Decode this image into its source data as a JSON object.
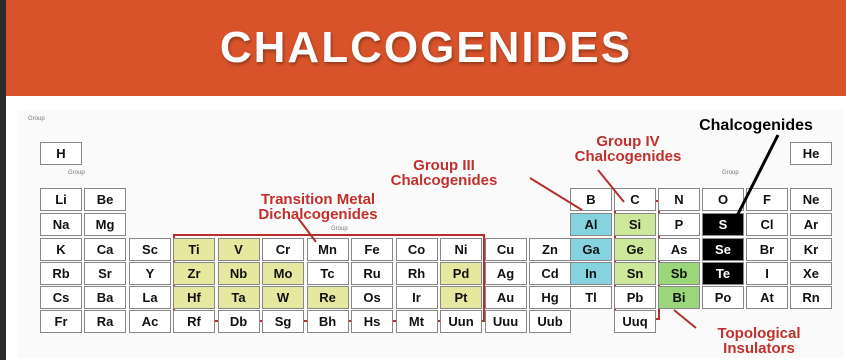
{
  "title": "CHALCOGENIDES",
  "labels": {
    "tmd_line1": "Transition Metal",
    "tmd_line2": "Dichalcogenides",
    "g3_line1": "Group III",
    "g3_line2": "Chalcogenides",
    "g4_line1": "Group IV",
    "g4_line2": "Chalcogenides",
    "chalcogenides": "Chalcogenides",
    "topo_line1": "Topological",
    "topo_line2": "Insulators"
  },
  "small_text": {
    "group": "Group",
    "group_mid": "Group",
    "group_right": "Group"
  },
  "colors": {
    "banner": "#d9532a",
    "tmd": "#e6e8a0",
    "group3": "#86d3e0",
    "group4": "#cde79b",
    "chalcogen": "#000000",
    "topological": "#9bd67a",
    "outline": "#b5302c"
  },
  "elements": [
    {
      "s": "H",
      "r": 1,
      "c": 1,
      "t": ""
    },
    {
      "s": "He",
      "r": 1,
      "c": 18,
      "t": ""
    },
    {
      "s": "Li",
      "r": 2,
      "c": 1,
      "t": ""
    },
    {
      "s": "Be",
      "r": 2,
      "c": 2,
      "t": ""
    },
    {
      "s": "B",
      "r": 2,
      "c": 13,
      "t": ""
    },
    {
      "s": "C",
      "r": 2,
      "c": 14,
      "t": ""
    },
    {
      "s": "N",
      "r": 2,
      "c": 15,
      "t": ""
    },
    {
      "s": "O",
      "r": 2,
      "c": 16,
      "t": ""
    },
    {
      "s": "F",
      "r": 2,
      "c": 17,
      "t": ""
    },
    {
      "s": "Ne",
      "r": 2,
      "c": 18,
      "t": ""
    },
    {
      "s": "Na",
      "r": 3,
      "c": 1,
      "t": ""
    },
    {
      "s": "Mg",
      "r": 3,
      "c": 2,
      "t": ""
    },
    {
      "s": "Al",
      "r": 3,
      "c": 13,
      "t": "g3"
    },
    {
      "s": "Si",
      "r": 3,
      "c": 14,
      "t": "g4"
    },
    {
      "s": "P",
      "r": 3,
      "c": 15,
      "t": ""
    },
    {
      "s": "S",
      "r": 3,
      "c": 16,
      "t": "chalc"
    },
    {
      "s": "Cl",
      "r": 3,
      "c": 17,
      "t": ""
    },
    {
      "s": "Ar",
      "r": 3,
      "c": 18,
      "t": ""
    },
    {
      "s": "K",
      "r": 4,
      "c": 1,
      "t": ""
    },
    {
      "s": "Ca",
      "r": 4,
      "c": 2,
      "t": ""
    },
    {
      "s": "Sc",
      "r": 4,
      "c": 3,
      "t": ""
    },
    {
      "s": "Ti",
      "r": 4,
      "c": 4,
      "t": "tmd"
    },
    {
      "s": "V",
      "r": 4,
      "c": 5,
      "t": "tmd"
    },
    {
      "s": "Cr",
      "r": 4,
      "c": 6,
      "t": ""
    },
    {
      "s": "Mn",
      "r": 4,
      "c": 7,
      "t": ""
    },
    {
      "s": "Fe",
      "r": 4,
      "c": 8,
      "t": ""
    },
    {
      "s": "Co",
      "r": 4,
      "c": 9,
      "t": ""
    },
    {
      "s": "Ni",
      "r": 4,
      "c": 10,
      "t": ""
    },
    {
      "s": "Cu",
      "r": 4,
      "c": 11,
      "t": ""
    },
    {
      "s": "Zn",
      "r": 4,
      "c": 12,
      "t": ""
    },
    {
      "s": "Ga",
      "r": 4,
      "c": 13,
      "t": "g3"
    },
    {
      "s": "Ge",
      "r": 4,
      "c": 14,
      "t": "g4"
    },
    {
      "s": "As",
      "r": 4,
      "c": 15,
      "t": ""
    },
    {
      "s": "Se",
      "r": 4,
      "c": 16,
      "t": "chalc"
    },
    {
      "s": "Br",
      "r": 4,
      "c": 17,
      "t": ""
    },
    {
      "s": "Kr",
      "r": 4,
      "c": 18,
      "t": ""
    },
    {
      "s": "Rb",
      "r": 5,
      "c": 1,
      "t": ""
    },
    {
      "s": "Sr",
      "r": 5,
      "c": 2,
      "t": ""
    },
    {
      "s": "Y",
      "r": 5,
      "c": 3,
      "t": ""
    },
    {
      "s": "Zr",
      "r": 5,
      "c": 4,
      "t": "tmd"
    },
    {
      "s": "Nb",
      "r": 5,
      "c": 5,
      "t": "tmd"
    },
    {
      "s": "Mo",
      "r": 5,
      "c": 6,
      "t": "tmd"
    },
    {
      "s": "Tc",
      "r": 5,
      "c": 7,
      "t": ""
    },
    {
      "s": "Ru",
      "r": 5,
      "c": 8,
      "t": ""
    },
    {
      "s": "Rh",
      "r": 5,
      "c": 9,
      "t": ""
    },
    {
      "s": "Pd",
      "r": 5,
      "c": 10,
      "t": "tmd"
    },
    {
      "s": "Ag",
      "r": 5,
      "c": 11,
      "t": ""
    },
    {
      "s": "Cd",
      "r": 5,
      "c": 12,
      "t": ""
    },
    {
      "s": "In",
      "r": 5,
      "c": 13,
      "t": "g3"
    },
    {
      "s": "Sn",
      "r": 5,
      "c": 14,
      "t": "g4"
    },
    {
      "s": "Sb",
      "r": 5,
      "c": 15,
      "t": "topo"
    },
    {
      "s": "Te",
      "r": 5,
      "c": 16,
      "t": "chalc"
    },
    {
      "s": "I",
      "r": 5,
      "c": 17,
      "t": ""
    },
    {
      "s": "Xe",
      "r": 5,
      "c": 18,
      "t": ""
    },
    {
      "s": "Cs",
      "r": 6,
      "c": 1,
      "t": ""
    },
    {
      "s": "Ba",
      "r": 6,
      "c": 2,
      "t": ""
    },
    {
      "s": "La",
      "r": 6,
      "c": 3,
      "t": ""
    },
    {
      "s": "Hf",
      "r": 6,
      "c": 4,
      "t": "tmd"
    },
    {
      "s": "Ta",
      "r": 6,
      "c": 5,
      "t": "tmd"
    },
    {
      "s": "W",
      "r": 6,
      "c": 6,
      "t": "tmd"
    },
    {
      "s": "Re",
      "r": 6,
      "c": 7,
      "t": "tmd"
    },
    {
      "s": "Os",
      "r": 6,
      "c": 8,
      "t": ""
    },
    {
      "s": "Ir",
      "r": 6,
      "c": 9,
      "t": ""
    },
    {
      "s": "Pt",
      "r": 6,
      "c": 10,
      "t": "tmd"
    },
    {
      "s": "Au",
      "r": 6,
      "c": 11,
      "t": ""
    },
    {
      "s": "Hg",
      "r": 6,
      "c": 12,
      "t": ""
    },
    {
      "s": "Tl",
      "r": 6,
      "c": 13,
      "t": ""
    },
    {
      "s": "Pb",
      "r": 6,
      "c": 14,
      "t": ""
    },
    {
      "s": "Bi",
      "r": 6,
      "c": 15,
      "t": "topo"
    },
    {
      "s": "Po",
      "r": 6,
      "c": 16,
      "t": ""
    },
    {
      "s": "At",
      "r": 6,
      "c": 17,
      "t": ""
    },
    {
      "s": "Rn",
      "r": 6,
      "c": 18,
      "t": ""
    },
    {
      "s": "Fr",
      "r": 7,
      "c": 1,
      "t": ""
    },
    {
      "s": "Ra",
      "r": 7,
      "c": 2,
      "t": ""
    },
    {
      "s": "Ac",
      "r": 7,
      "c": 3,
      "t": ""
    },
    {
      "s": "Rf",
      "r": 7,
      "c": 4,
      "t": ""
    },
    {
      "s": "Db",
      "r": 7,
      "c": 5,
      "t": ""
    },
    {
      "s": "Sg",
      "r": 7,
      "c": 6,
      "t": ""
    },
    {
      "s": "Bh",
      "r": 7,
      "c": 7,
      "t": ""
    },
    {
      "s": "Hs",
      "r": 7,
      "c": 8,
      "t": ""
    },
    {
      "s": "Mt",
      "r": 7,
      "c": 9,
      "t": ""
    },
    {
      "s": "Uun",
      "r": 7,
      "c": 10,
      "t": ""
    },
    {
      "s": "Uuu",
      "r": 7,
      "c": 11,
      "t": ""
    },
    {
      "s": "Uub",
      "r": 7,
      "c": 12,
      "t": ""
    },
    {
      "s": "Uuq",
      "r": 7,
      "c": 14,
      "t": ""
    }
  ]
}
